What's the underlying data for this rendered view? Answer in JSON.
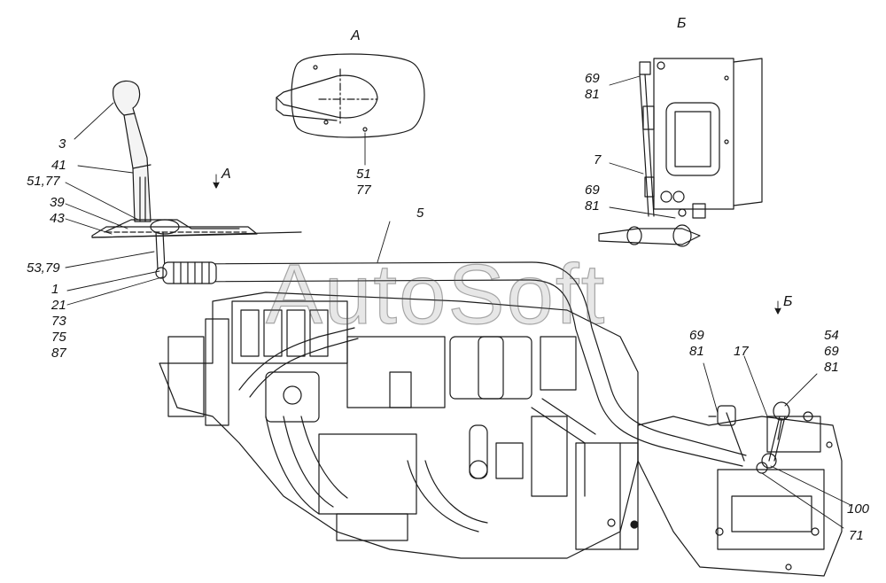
{
  "views": {
    "a_title": "А",
    "b_title": "Б",
    "a_arrow": "А",
    "b_arrow": "Б"
  },
  "callouts": {
    "c3": "3",
    "c41": "41",
    "c51_77": "51,77",
    "c39": "39",
    "c43": "43",
    "c53_79": "53,79",
    "group_left": [
      "1",
      "21",
      "73",
      "75",
      "87"
    ],
    "c5": "5",
    "view_a_items": [
      "51",
      "77"
    ],
    "b_top": [
      "69",
      "81"
    ],
    "c7": "7",
    "b_mid": [
      "69",
      "81"
    ],
    "main_right_a": [
      "69",
      "81"
    ],
    "c17": "17",
    "main_right_b": [
      "54",
      "69",
      "81"
    ],
    "c100": "100",
    "c71": "71"
  },
  "watermark": "AutoSoft"
}
